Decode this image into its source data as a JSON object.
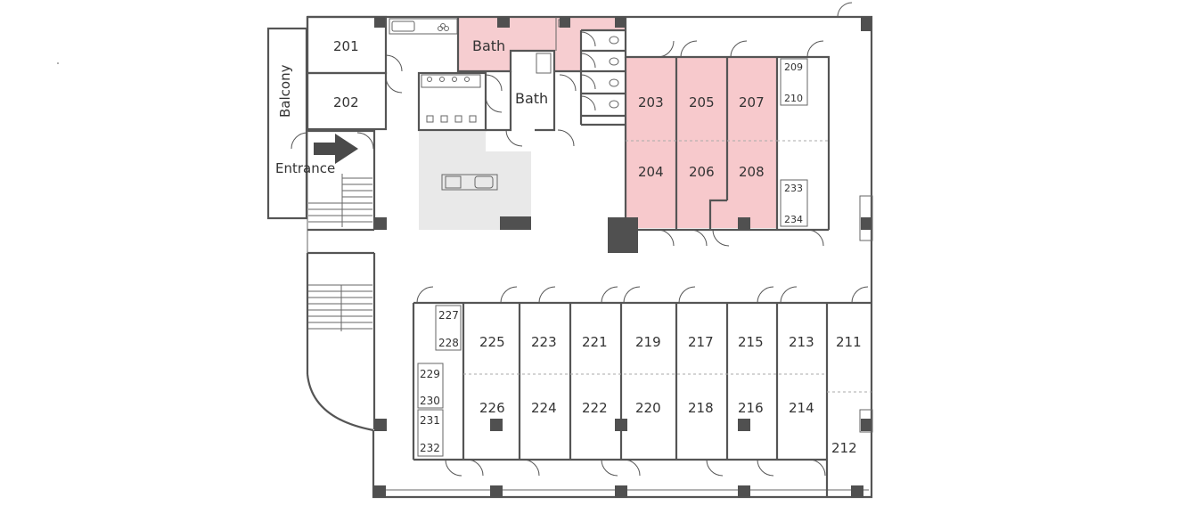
{
  "colors": {
    "highlight": "#f7c9cc",
    "bath_highlight": "#f6cdd0",
    "common_area": "#e9e9e9",
    "wall": "#555555",
    "pillar": "#505050",
    "text": "#333333"
  },
  "labels": {
    "balcony": "Balcony",
    "entrance": "Entrance",
    "bath_upper": "Bath",
    "bath_lower": "Bath"
  },
  "rooms": {
    "r201": "201",
    "r202": "202",
    "r203": "203",
    "r204": "204",
    "r205": "205",
    "r206": "206",
    "r207": "207",
    "r208": "208",
    "r209": "209",
    "r210": "210",
    "r211": "211",
    "r212": "212",
    "r213": "213",
    "r214": "214",
    "r215": "215",
    "r216": "216",
    "r217": "217",
    "r218": "218",
    "r219": "219",
    "r220": "220",
    "r221": "221",
    "r222": "222",
    "r223": "223",
    "r224": "224",
    "r225": "225",
    "r226": "226",
    "r227": "227",
    "r228": "228",
    "r229": "229",
    "r230": "230",
    "r231": "231",
    "r232": "232",
    "r233": "233",
    "r234": "234"
  },
  "icons": {
    "entrance_arrow": "arrow-right-icon"
  }
}
